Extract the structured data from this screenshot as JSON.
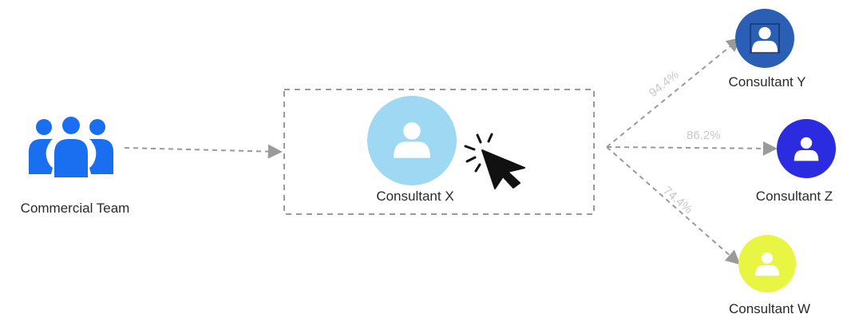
{
  "nodes": {
    "team": {
      "label": "Commercial Team",
      "color": "#1a6ff0",
      "icon": "team-icon"
    },
    "consultant_x": {
      "label": "Consultant X",
      "color": "#9fd8f2",
      "icon": "user-icon"
    },
    "consultant_y": {
      "label": "Consultant Y",
      "color": "#2a5fb5",
      "icon": "user-icon"
    },
    "consultant_z": {
      "label": "Consultant Z",
      "color": "#2b2be0",
      "icon": "user-icon"
    },
    "consultant_w": {
      "label": "Consultant W",
      "color": "#e8f542",
      "icon": "user-icon"
    }
  },
  "edges": {
    "to_y": {
      "label": "94.4%"
    },
    "to_z": {
      "label": "86.2%"
    },
    "to_w": {
      "label": "74.4%"
    }
  },
  "cursor": {
    "icon": "click-cursor-icon"
  },
  "colors": {
    "line": "#9a9a9a",
    "percent_text": "#c9c9c9",
    "box_border": "#9a9a9a"
  }
}
